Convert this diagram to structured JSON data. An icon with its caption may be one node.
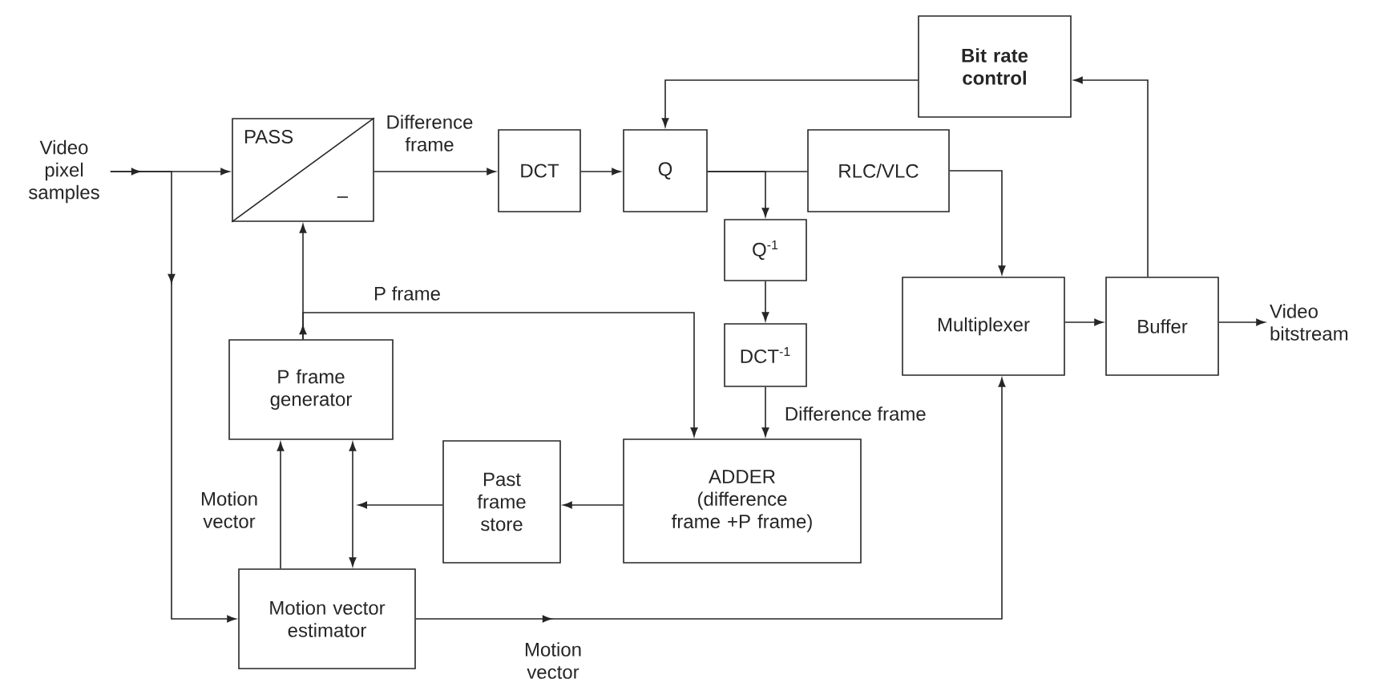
{
  "diagram": {
    "nodes": [
      {
        "text": [
          "Video pixel samples"
        ]
      },
      {
        "text": [
          "PASS",
          "–"
        ]
      },
      {
        "text": [
          "DCT"
        ]
      },
      {
        "text": [
          "Q"
        ]
      },
      {
        "text": [
          "RLC/VLC"
        ]
      },
      {
        "text": [
          "Bit rate control"
        ]
      },
      {
        "text": [
          "Q$^{-1}$"
        ]
      },
      {
        "text": [
          "DCT$^{-1}$"
        ]
      },
      {
        "text": [
          "Multiplexer"
        ]
      },
      {
        "text": [
          "Buffer"
        ]
      },
      {
        "text": [
          "Video bitstream"
        ]
      },
      {
        "text": [
          "P frame generator"
        ]
      },
      {
        "text": [
          "Past frame store"
        ]
      },
      {
        "text": [
          "ADDER",
          "(difference frame +P frame)"
        ]
      },
      {
        "text": [
          "Motion vector estimator"
        ]
      }
    ],
    "edges": [
      {
        "from": 0,
        "to": 1,
        "arrow": "to"
      },
      {
        "from": 0,
        "to": 14,
        "arrow": "to"
      },
      {
        "from": 1,
        "to": 2,
        "arrow": "to",
        "label": "Difference frame"
      },
      {
        "from": 2,
        "to": 3,
        "arrow": "to"
      },
      {
        "from": 3,
        "to": 4,
        "arrow": "none"
      },
      {
        "from": 3,
        "to": 6,
        "arrow": "to"
      },
      {
        "from": 6,
        "to": 7,
        "arrow": "to"
      },
      {
        "from": 7,
        "to": 13,
        "arrow": "to",
        "label": "Difference frame"
      },
      {
        "from": 4,
        "to": 8,
        "arrow": "to"
      },
      {
        "from": 8,
        "to": 9,
        "arrow": "to"
      },
      {
        "from": 9,
        "to": 10,
        "arrow": "to"
      },
      {
        "from": 9,
        "to": 5,
        "arrow": "to"
      },
      {
        "from": 5,
        "to": 3,
        "arrow": "to"
      },
      {
        "from": 11,
        "to": 1,
        "arrow": "to"
      },
      {
        "from": 11,
        "to": 13,
        "arrow": "to",
        "label": "P frame"
      },
      {
        "from": 14,
        "to": 11,
        "arrow": "to",
        "label": "Motion vector"
      },
      {
        "from": 14,
        "to": 11,
        "arrow": "both"
      },
      {
        "from": 12,
        "to": null,
        "arrow": "to"
      },
      {
        "from": 13,
        "to": 12,
        "arrow": "to"
      },
      {
        "from": 14,
        "to": 8,
        "arrow": "to",
        "label": "Motion vector"
      }
    ]
  }
}
